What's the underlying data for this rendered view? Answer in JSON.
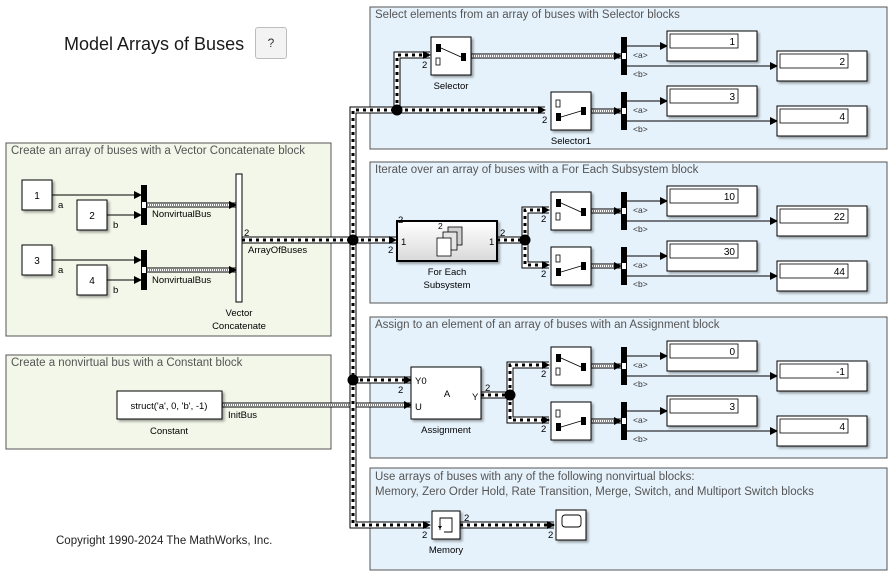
{
  "page": {
    "title": "Model Arrays of Buses",
    "help_label": "?",
    "copyright": "Copyright 1990-2024 The MathWorks, Inc."
  },
  "colors": {
    "area_green": "#f2f7e9",
    "area_blue": "#e6f2fb",
    "area_border": "#555555",
    "signal": "#000000"
  },
  "areas": {
    "vector_concat": "Create an array of buses with a Vector Concatenate block",
    "constant": "Create a nonvirtual bus with a Constant block",
    "selector": "Select elements from an array of buses with Selector blocks",
    "foreach": "Iterate over an array of buses with a For Each Subsystem block",
    "assignment": "Assign to an element of an array of buses with an Assignment block",
    "nonvirtual_line1": "Use arrays of buses with any of the following nonvirtual blocks:",
    "nonvirtual_line2": "Memory, Zero Order Hold, Rate Transition, Merge, Switch, and Multiport Switch blocks"
  },
  "blocks": {
    "const1": "1",
    "const2": "2",
    "const3": "3",
    "const4": "4",
    "sig_a": "a",
    "sig_b": "b",
    "bus_label": "NonvirtualBus",
    "array_label": "ArrayOfBuses",
    "vc_label_1": "Vector",
    "vc_label_2": "Concatenate",
    "width2": "2",
    "struct_value": "struct('a', 0, 'b', -1)",
    "constant_label": "Constant",
    "initbus_label": "InitBus",
    "selector_label": "Selector",
    "selector1_label": "Selector1",
    "foreach_label_1": "For Each",
    "foreach_label_2": "Subsystem",
    "port_1": "1",
    "assign_label": "Assignment",
    "assign_y0": "Y0",
    "assign_u": "U",
    "assign_a": "A",
    "assign_y": "Y",
    "memory_label": "Memory",
    "sel_a": "<a>",
    "sel_b": "<b>"
  },
  "displays": {
    "selector": [
      "1",
      "2",
      "3",
      "4"
    ],
    "foreach": [
      "10",
      "22",
      "30",
      "44"
    ],
    "assignment": [
      "0",
      "-1",
      "3",
      "4"
    ]
  }
}
